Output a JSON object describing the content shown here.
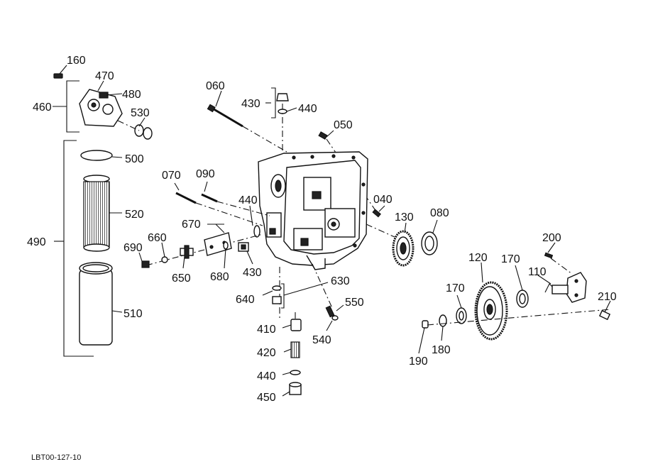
{
  "reference_code": "LBT00-127-10",
  "callouts": {
    "c160": "160",
    "c470": "470",
    "c480": "480",
    "c460": "460",
    "c530": "530",
    "c500": "500",
    "c520": "520",
    "c490": "490",
    "c510": "510",
    "c060": "060",
    "c430a": "430",
    "c440a": "440",
    "c050": "050",
    "c070": "070",
    "c090": "090",
    "c440b": "440",
    "c040": "040",
    "c130": "130",
    "c080": "080",
    "c670": "670",
    "c660": "660",
    "c690": "690",
    "c650": "650",
    "c680": "680",
    "c430b": "430",
    "c630": "630",
    "c640": "640",
    "c550": "550",
    "c540": "540",
    "c410": "410",
    "c420": "420",
    "c440c": "440",
    "c450": "450",
    "c200": "200",
    "c120": "120",
    "c170a": "170",
    "c110": "110",
    "c170b": "170",
    "c210": "210",
    "c180": "180",
    "c190": "190"
  }
}
